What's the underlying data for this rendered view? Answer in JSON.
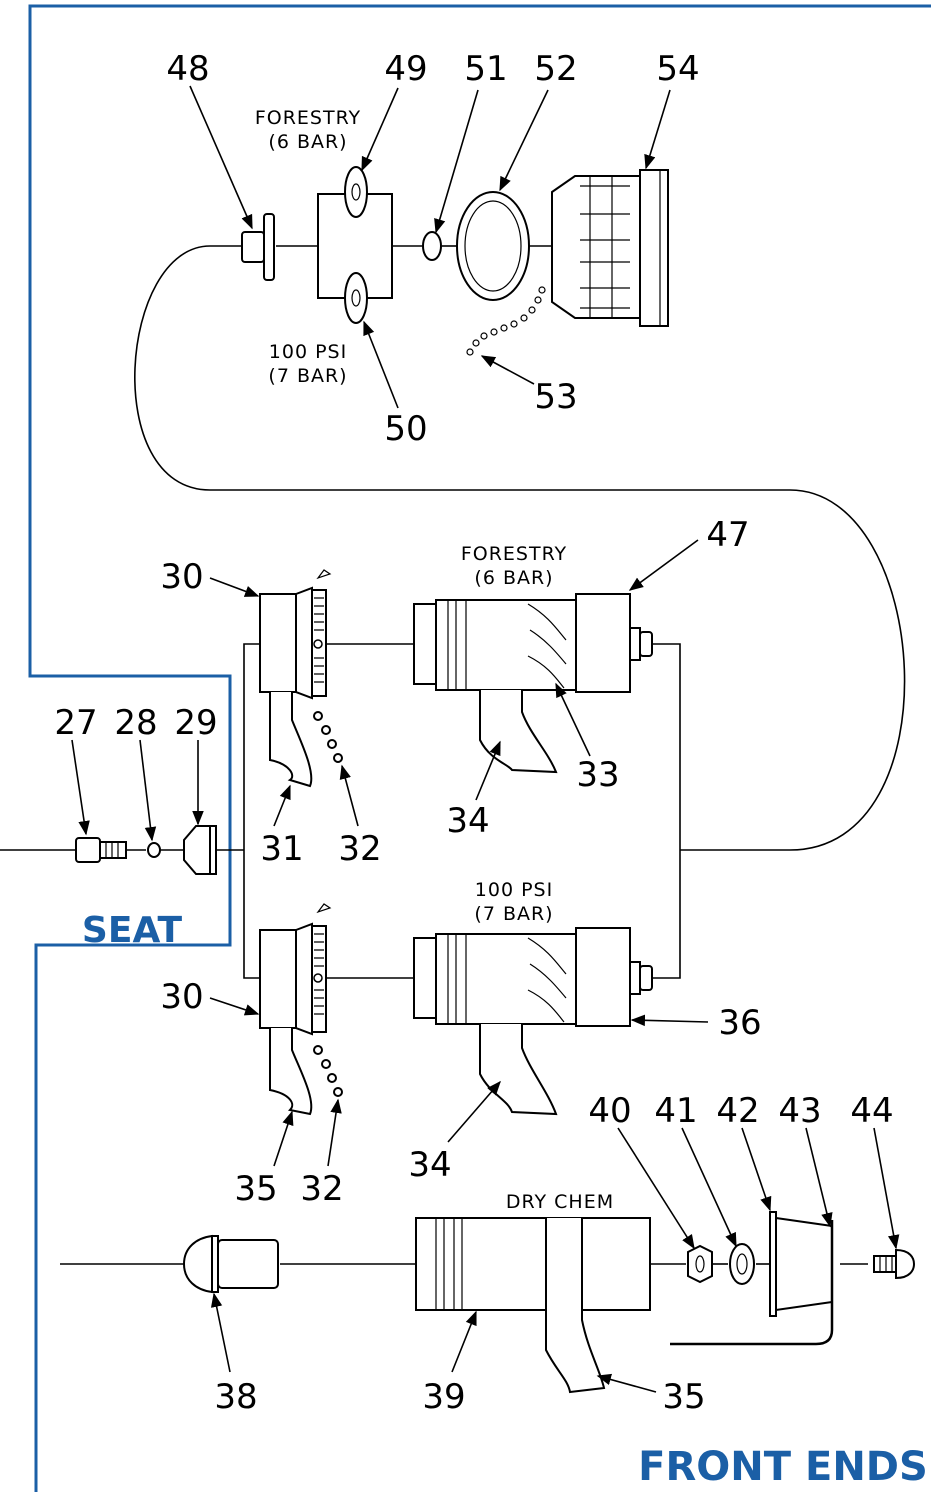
{
  "colors": {
    "border": "#1b5fa6",
    "section_label": "#1b5fa6",
    "ink": "#000000"
  },
  "sections": {
    "seat": "SEAT",
    "front_ends": "FRONT ENDS"
  },
  "notes": {
    "forestry_top": [
      "FORESTRY",
      "(6 BAR)"
    ],
    "psi_top": [
      "100 PSI",
      "(7 BAR)"
    ],
    "forestry_mid": [
      "FORESTRY",
      "(6 BAR)"
    ],
    "psi_mid": [
      "100 PSI",
      "(7 BAR)"
    ],
    "dry_chem": "DRY CHEM"
  },
  "callouts": {
    "c48": "48",
    "c49": "49",
    "c51": "51",
    "c52": "52",
    "c54": "54",
    "c50": "50",
    "c53": "53",
    "c30a": "30",
    "c47": "47",
    "c33": "33",
    "c34a": "34",
    "c31": "31",
    "c32a": "32",
    "c27": "27",
    "c28": "28",
    "c29": "29",
    "c30b": "30",
    "c36": "36",
    "c34b": "34",
    "c35a": "35",
    "c32b": "32",
    "c40": "40",
    "c41": "41",
    "c42": "42",
    "c43": "43",
    "c44": "44",
    "c38": "38",
    "c39": "39",
    "c35b": "35"
  }
}
